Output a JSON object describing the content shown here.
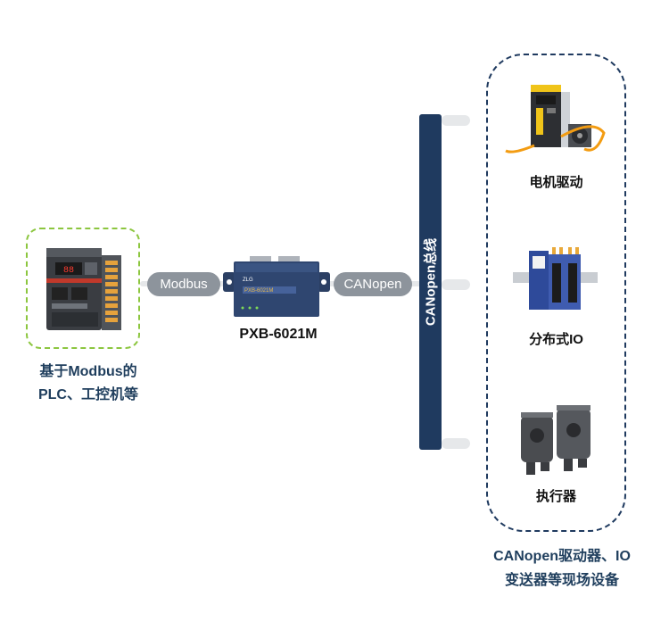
{
  "left_device": {
    "caption_line1": "基于Modbus的",
    "caption_line2": "PLC、工控机等",
    "icon": "plc-icon",
    "border_color": "#8cc63f"
  },
  "links": {
    "modbus_label": "Modbus",
    "canopen_label": "CANopen"
  },
  "gateway": {
    "name": "PXB-6021M",
    "icon": "gateway-icon"
  },
  "bus": {
    "label": "CANopen总线",
    "color": "#1f3a5f"
  },
  "field_devices": {
    "items": [
      {
        "label": "电机驱动",
        "icon": "servo-drive-icon"
      },
      {
        "label": "分布式IO",
        "icon": "distributed-io-icon"
      },
      {
        "label": "执行器",
        "icon": "actuator-icon"
      }
    ],
    "caption_line1": "CANopen驱动器、IO",
    "caption_line2": "变送器等现场设备"
  }
}
